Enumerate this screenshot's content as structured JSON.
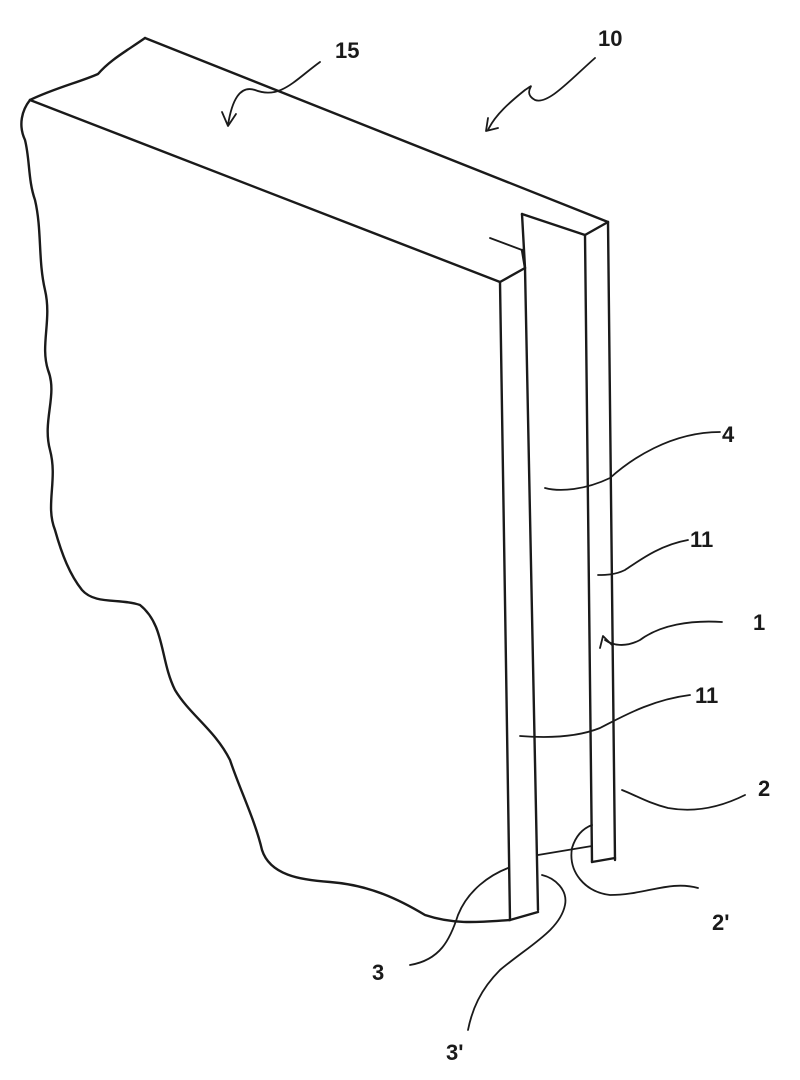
{
  "figure": {
    "subject": "panel-with-edge-channel",
    "labels": {
      "l10": "10",
      "l15": "15",
      "l4": "4",
      "l11_upper": "11",
      "l1": "1",
      "l11_lower": "11",
      "l2": "2",
      "l2p": "2'",
      "l3": "3",
      "l3p": "3'"
    }
  }
}
